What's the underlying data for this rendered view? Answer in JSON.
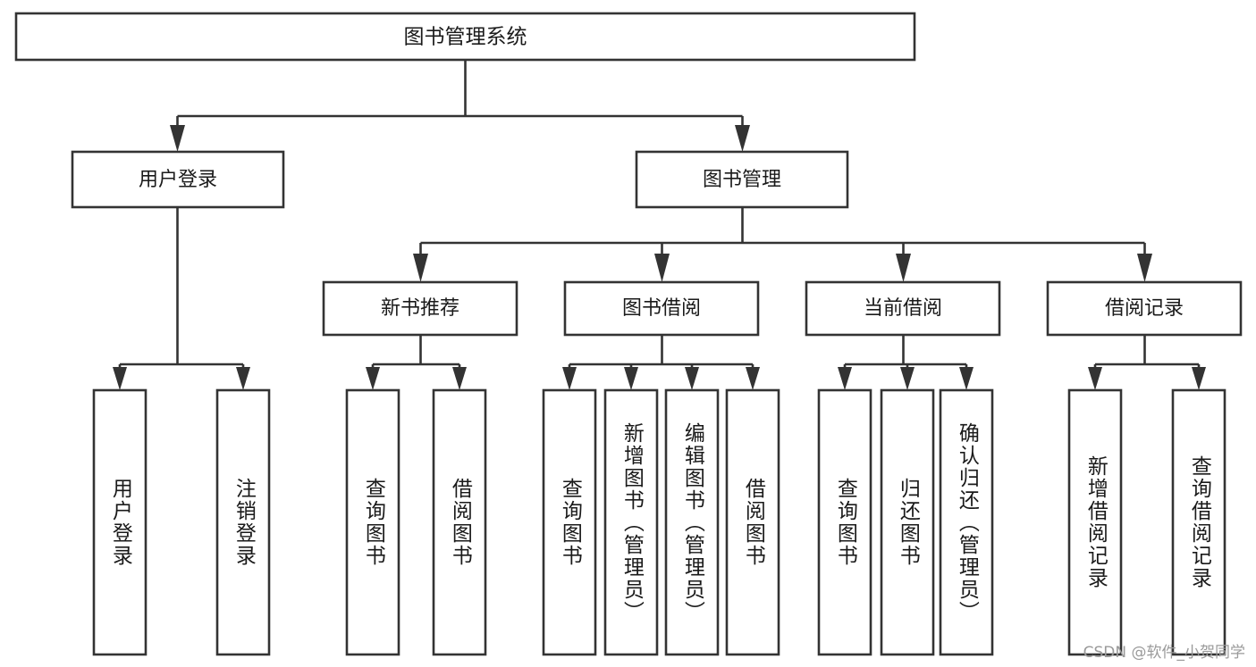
{
  "diagram": {
    "type": "tree-hierarchy",
    "title": "图书管理系统",
    "orientation": "top-down",
    "colors": {
      "box_stroke": "#333333",
      "box_fill": "#ffffff",
      "text": "#1a1a1a",
      "background": "#ffffff",
      "watermark": "#9a9a9a"
    },
    "levels": {
      "level1": {
        "nodes": [
          {
            "id": "root",
            "label": "图书管理系统",
            "text_orientation": "horizontal"
          }
        ]
      },
      "level2": {
        "nodes": [
          {
            "id": "login",
            "label": "用户登录",
            "text_orientation": "horizontal",
            "parent": "root"
          },
          {
            "id": "bookmgmt",
            "label": "图书管理",
            "text_orientation": "horizontal",
            "parent": "root"
          }
        ]
      },
      "level3": {
        "nodes": [
          {
            "id": "newbook",
            "label": "新书推荐",
            "text_orientation": "horizontal",
            "parent": "bookmgmt"
          },
          {
            "id": "borrow",
            "label": "图书借阅",
            "text_orientation": "horizontal",
            "parent": "bookmgmt"
          },
          {
            "id": "current",
            "label": "当前借阅",
            "text_orientation": "horizontal",
            "parent": "bookmgmt"
          },
          {
            "id": "record",
            "label": "借阅记录",
            "text_orientation": "horizontal",
            "parent": "bookmgmt"
          }
        ]
      },
      "level4": {
        "nodes": [
          {
            "id": "leaf-user-login",
            "label": "用户登录",
            "text_orientation": "vertical",
            "parent": "login"
          },
          {
            "id": "leaf-user-logout",
            "label": "注销登录",
            "text_orientation": "vertical",
            "parent": "login"
          },
          {
            "id": "leaf-query-book-new",
            "label": "查询图书",
            "text_orientation": "vertical",
            "parent": "newbook"
          },
          {
            "id": "leaf-borrow-book-new",
            "label": "借阅图书",
            "text_orientation": "vertical",
            "parent": "newbook"
          },
          {
            "id": "leaf-query-book-borrow",
            "label": "查询图书",
            "text_orientation": "vertical",
            "parent": "borrow"
          },
          {
            "id": "leaf-add-book",
            "label": "新增图书（管理员）",
            "text_orientation": "vertical",
            "parent": "borrow"
          },
          {
            "id": "leaf-edit-book",
            "label": "编辑图书（管理员）",
            "text_orientation": "vertical",
            "parent": "borrow"
          },
          {
            "id": "leaf-borrow-book",
            "label": "借阅图书",
            "text_orientation": "vertical",
            "parent": "borrow"
          },
          {
            "id": "leaf-query-book-current",
            "label": "查询图书",
            "text_orientation": "vertical",
            "parent": "current"
          },
          {
            "id": "leaf-return-book",
            "label": "归还图书",
            "text_orientation": "vertical",
            "parent": "current"
          },
          {
            "id": "leaf-confirm-return",
            "label": "确认归还（管理员）",
            "text_orientation": "vertical",
            "parent": "current"
          },
          {
            "id": "leaf-add-record",
            "label": "新增借阅记录",
            "text_orientation": "vertical",
            "parent": "record"
          },
          {
            "id": "leaf-query-record",
            "label": "查询借阅记录",
            "text_orientation": "vertical",
            "parent": "record"
          }
        ]
      }
    },
    "watermark": "CSDN @软件_小贺同学"
  }
}
